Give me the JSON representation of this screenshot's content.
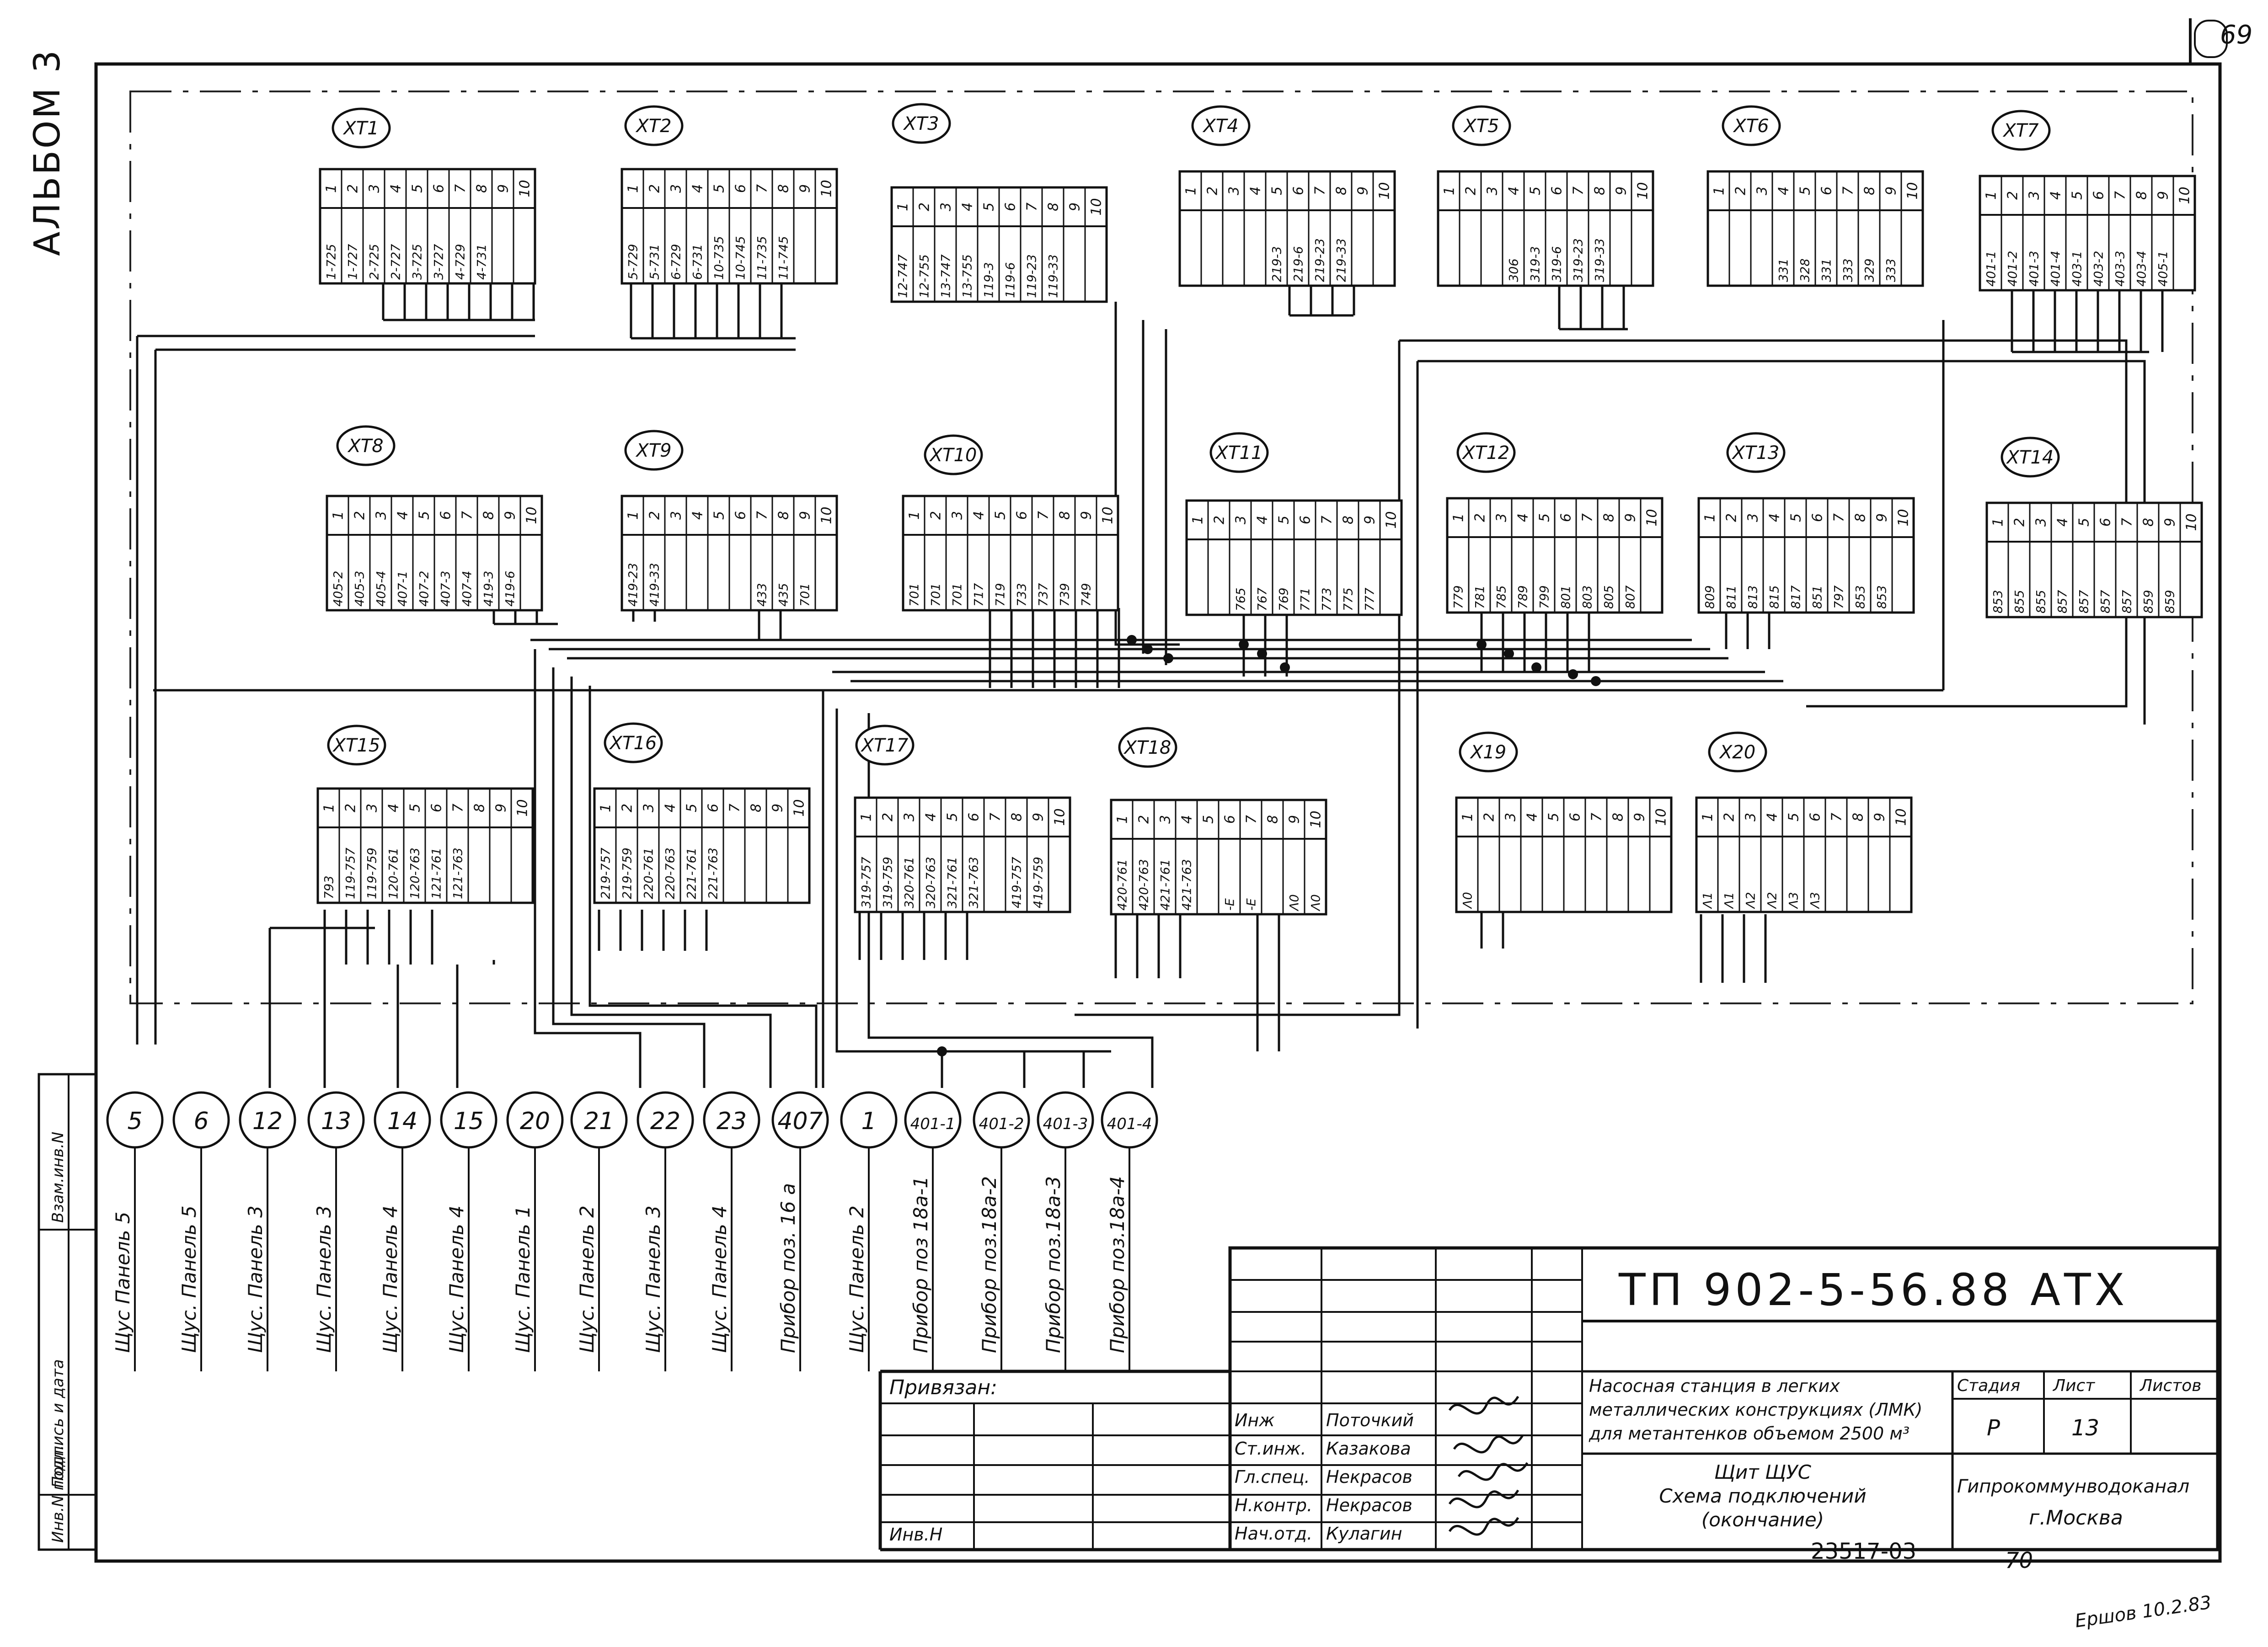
{
  "album": "АЛЬБОМ 3",
  "sheet_corner": "69",
  "side_stamp": [
    "Инв.N подл.",
    "Подпись и дата",
    "Взам.инв.N"
  ],
  "blocks": [
    {
      "label": "XT1",
      "nums": [
        "1",
        "2",
        "3",
        "4",
        "5",
        "6",
        "7",
        "8",
        "9",
        "10"
      ],
      "wires": [
        "1-725",
        "1-727",
        "2-725",
        "2-727",
        "3-725",
        "3-727",
        "4-729",
        "4-731",
        "",
        ""
      ]
    },
    {
      "label": "XT2",
      "nums": [
        "1",
        "2",
        "3",
        "4",
        "5",
        "6",
        "7",
        "8",
        "9",
        "10"
      ],
      "wires": [
        "5-729",
        "5-731",
        "6-729",
        "6-731",
        "10-735",
        "10-745",
        "11-735",
        "11-745",
        "",
        ""
      ]
    },
    {
      "label": "XT3",
      "nums": [
        "1",
        "2",
        "3",
        "4",
        "5",
        "6",
        "7",
        "8",
        "9",
        "10"
      ],
      "wires": [
        "12-747",
        "12-755",
        "13-747",
        "13-755",
        "119-3",
        "119-6",
        "119-23",
        "119-33",
        "",
        ""
      ]
    },
    {
      "label": "XT4",
      "nums": [
        "1",
        "2",
        "3",
        "4",
        "5",
        "6",
        "7",
        "8",
        "9",
        "10"
      ],
      "wires": [
        "",
        "",
        "",
        "",
        "219-3",
        "219-6",
        "219-23",
        "219-33",
        "",
        ""
      ]
    },
    {
      "label": "XT5",
      "nums": [
        "1",
        "2",
        "3",
        "4",
        "5",
        "6",
        "7",
        "8",
        "9",
        "10"
      ],
      "wires": [
        "",
        "",
        "",
        "306",
        "319-3",
        "319-6",
        "319-23",
        "319-33",
        "",
        ""
      ]
    },
    {
      "label": "XT6",
      "nums": [
        "1",
        "2",
        "3",
        "4",
        "5",
        "6",
        "7",
        "8",
        "9",
        "10"
      ],
      "wires": [
        "",
        "",
        "",
        "331",
        "328",
        "331",
        "333",
        "329",
        "333",
        ""
      ]
    },
    {
      "label": "XT7",
      "nums": [
        "1",
        "2",
        "3",
        "4",
        "5",
        "6",
        "7",
        "8",
        "9",
        "10"
      ],
      "wires": [
        "401-1",
        "401-2",
        "401-3",
        "401-4",
        "403-1",
        "403-2",
        "403-3",
        "403-4",
        "405-1",
        ""
      ]
    },
    {
      "label": "XT8",
      "nums": [
        "1",
        "2",
        "3",
        "4",
        "5",
        "6",
        "7",
        "8",
        "9",
        "10"
      ],
      "wires": [
        "405-2",
        "405-3",
        "405-4",
        "407-1",
        "407-2",
        "407-3",
        "407-4",
        "419-3",
        "419-6",
        ""
      ]
    },
    {
      "label": "XT9",
      "nums": [
        "1",
        "2",
        "3",
        "4",
        "5",
        "6",
        "7",
        "8",
        "9",
        "10"
      ],
      "wires": [
        "419-23",
        "419-33",
        "",
        "",
        "",
        "",
        "433",
        "435",
        "701",
        ""
      ]
    },
    {
      "label": "XT10",
      "nums": [
        "1",
        "2",
        "3",
        "4",
        "5",
        "6",
        "7",
        "8",
        "9",
        "10"
      ],
      "wires": [
        "701",
        "701",
        "701",
        "717",
        "719",
        "733",
        "737",
        "739",
        "749",
        ""
      ]
    },
    {
      "label": "XT11",
      "nums": [
        "1",
        "2",
        "3",
        "4",
        "5",
        "6",
        "7",
        "8",
        "9",
        "10"
      ],
      "wires": [
        "",
        "",
        "765",
        "767",
        "769",
        "771",
        "773",
        "775",
        "777",
        ""
      ]
    },
    {
      "label": "XT12",
      "nums": [
        "1",
        "2",
        "3",
        "4",
        "5",
        "6",
        "7",
        "8",
        "9",
        "10"
      ],
      "wires": [
        "779",
        "781",
        "785",
        "789",
        "799",
        "801",
        "803",
        "805",
        "807",
        ""
      ]
    },
    {
      "label": "XT13",
      "nums": [
        "1",
        "2",
        "3",
        "4",
        "5",
        "6",
        "7",
        "8",
        "9",
        "10"
      ],
      "wires": [
        "809",
        "811",
        "813",
        "815",
        "817",
        "851",
        "797",
        "853",
        "853",
        ""
      ]
    },
    {
      "label": "XT14",
      "nums": [
        "1",
        "2",
        "3",
        "4",
        "5",
        "6",
        "7",
        "8",
        "9",
        "10"
      ],
      "wires": [
        "853",
        "855",
        "855",
        "857",
        "857",
        "857",
        "857",
        "859",
        "859",
        ""
      ]
    },
    {
      "label": "XT15",
      "nums": [
        "1",
        "2",
        "3",
        "4",
        "5",
        "6",
        "7",
        "8",
        "9",
        "10"
      ],
      "wires": [
        "793",
        "119-757",
        "119-759",
        "120-761",
        "120-763",
        "121-761",
        "121-763",
        "",
        "",
        ""
      ]
    },
    {
      "label": "XT16",
      "nums": [
        "1",
        "2",
        "3",
        "4",
        "5",
        "6",
        "7",
        "8",
        "9",
        "10"
      ],
      "wires": [
        "219-757",
        "219-759",
        "220-761",
        "220-763",
        "221-761",
        "221-763",
        "",
        "",
        "",
        ""
      ]
    },
    {
      "label": "XT17",
      "nums": [
        "1",
        "2",
        "3",
        "4",
        "5",
        "6",
        "7",
        "8",
        "9",
        "10"
      ],
      "wires": [
        "319-757",
        "319-759",
        "320-761",
        "320-763",
        "321-761",
        "321-763",
        "",
        "419-757",
        "419-759",
        ""
      ]
    },
    {
      "label": "XT18",
      "nums": [
        "1",
        "2",
        "3",
        "4",
        "5",
        "6",
        "7",
        "8",
        "9",
        "10"
      ],
      "wires": [
        "420-761",
        "420-763",
        "421-761",
        "421-763",
        "",
        "-E",
        "-E",
        "",
        "Λ0",
        "Λ0"
      ]
    },
    {
      "label": "X19",
      "nums": [
        "1",
        "2",
        "3",
        "4",
        "5",
        "6",
        "7",
        "8",
        "9",
        "10"
      ],
      "wires": [
        "Λ0",
        "",
        "",
        "",
        "",
        "",
        "",
        "",
        "",
        ""
      ]
    },
    {
      "label": "X20",
      "nums": [
        "1",
        "2",
        "3",
        "4",
        "5",
        "6",
        "7",
        "8",
        "9",
        "10"
      ],
      "wires": [
        "Λ1",
        "Λ1",
        "Λ2",
        "Λ2",
        "Λ3",
        "Λ3",
        "",
        "",
        "",
        ""
      ]
    }
  ],
  "cables": [
    {
      "num": "5",
      "dest": "Щус Панель 5"
    },
    {
      "num": "6",
      "dest": "Щус. Панель 5"
    },
    {
      "num": "12",
      "dest": "Щус. Панель 3"
    },
    {
      "num": "13",
      "dest": "Щус. Панель 3"
    },
    {
      "num": "14",
      "dest": "Щус. Панель 4"
    },
    {
      "num": "15",
      "dest": "Щус. Панель 4"
    },
    {
      "num": "20",
      "dest": "Щус. Панель 1"
    },
    {
      "num": "21",
      "dest": "Щус. Панель 2"
    },
    {
      "num": "22",
      "dest": "Щус. Панель 3"
    },
    {
      "num": "23",
      "dest": "Щус. Панель 4"
    },
    {
      "num": "407",
      "dest": "Прибор поз. 16 а"
    },
    {
      "num": "1",
      "dest": "Щус. Панель 2"
    },
    {
      "num": "401-1",
      "dest": "Прибор поз 18а-1"
    },
    {
      "num": "401-2",
      "dest": "Прибор поз.18а-2"
    },
    {
      "num": "401-3",
      "dest": "Прибор поз.18а-3"
    },
    {
      "num": "401-4",
      "dest": "Прибор поз.18а-4"
    }
  ],
  "title_block": {
    "doc_code": "ТП 902-5-56.88 АТХ",
    "bound": "Привязан:",
    "inv": "Инв.Н",
    "staff": [
      {
        "role": "Инж",
        "name": "Поточкий"
      },
      {
        "role": "Ст.инж.",
        "name": "Казакова"
      },
      {
        "role": "Гл.спец.",
        "name": "Некрасов"
      },
      {
        "role": "Н.контр.",
        "name": "Некрасов"
      },
      {
        "role": "Нач.отд.",
        "name": "Кулагин"
      }
    ],
    "project_lines": [
      "Насосная станция в легких",
      "металлических конструкциях (ЛМК)",
      "для метантенков объемом 2500 м³"
    ],
    "sheet_title": [
      "Щит ЩУС",
      "Схема подключений",
      "(окончание)"
    ],
    "col_stage": "Стадия",
    "col_sheet": "Лист",
    "col_sheets": "Листов",
    "stage": "Р",
    "sheet": "13",
    "org": "Гипрокоммунводоканал",
    "city": "г.Москва"
  },
  "bottom_code": "23517-03",
  "page_number": "70",
  "copyist": "Ершов 10.2.83"
}
